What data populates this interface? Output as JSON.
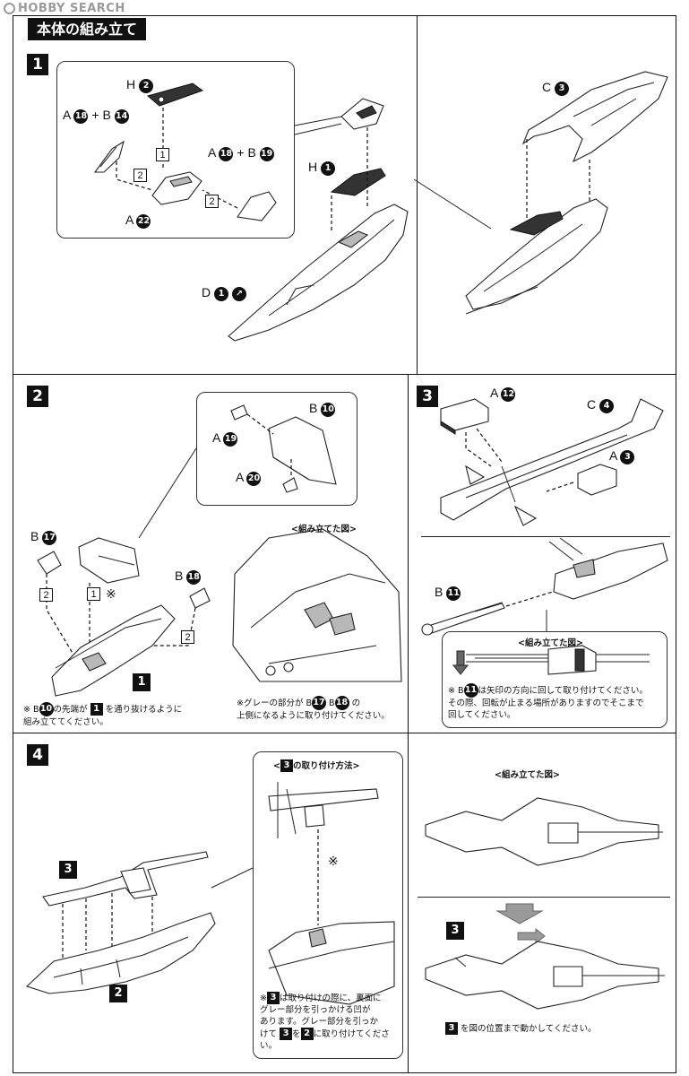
{
  "watermark": "HOBBY SEARCH",
  "section_title": "本体の組み立て",
  "steps": {
    "s1": {
      "number": "1",
      "labels": {
        "h2": [
          "H",
          "2"
        ],
        "a18b14": [
          "A",
          "18",
          "+",
          "B",
          "14"
        ],
        "a18b19": [
          "A",
          "18",
          "+",
          "B",
          "19"
        ],
        "a22": [
          "A",
          "22"
        ],
        "h1": [
          "H",
          "1"
        ],
        "d1": [
          "D",
          "1"
        ],
        "c3": [
          "C",
          "3"
        ]
      },
      "order_marks": [
        "1",
        "2",
        "2"
      ]
    },
    "s2": {
      "number": "2",
      "labels": {
        "b10": [
          "B",
          "10"
        ],
        "a19": [
          "A",
          "19"
        ],
        "a20": [
          "A",
          "20"
        ],
        "b17": [
          "B",
          "17"
        ],
        "b18": [
          "B",
          "18"
        ]
      },
      "order_marks": [
        "2",
        "1",
        "2"
      ],
      "asterisk": "※",
      "ref_part": "1",
      "assembled_title": "<組み立てた図>",
      "note_left": [
        "※ B",
        "10",
        "の先端が",
        "1",
        "を通り抜けるように",
        "組み立ててください。"
      ],
      "note_right": [
        "※グレーの部分が B",
        "17",
        " B",
        "18",
        " の",
        "上側になるように取り付けてください。"
      ]
    },
    "s3": {
      "number": "3",
      "labels": {
        "a12": [
          "A",
          "12"
        ],
        "c4": [
          "C",
          "4"
        ],
        "a3": [
          "A",
          "3"
        ],
        "b11": [
          "B",
          "11"
        ]
      },
      "assembled_title": "<組み立てた図>",
      "note": [
        "※ B",
        "11",
        "は矢印の方向に回して取り付けてください。",
        "その際、回転が止まる場所がありますのでそこまで",
        "回してください。"
      ]
    },
    "s4": {
      "number": "4",
      "part3": "3",
      "part2": "2",
      "method_title": [
        "<",
        "3",
        "の取り付け方法>"
      ],
      "asterisk": "※",
      "method_note": [
        "※",
        "3",
        "は取り付けの際に、裏面に",
        "グレー部分を引っかける凹が",
        "あります。グレー部分を引っか",
        "けて",
        "3",
        "を",
        "2",
        "に取り付けてくださ",
        "い。"
      ],
      "assembled_title": "<組み立てた図>",
      "move_part": "3",
      "move_note": [
        "3",
        "を図の位置まで動かしてください。"
      ]
    }
  }
}
